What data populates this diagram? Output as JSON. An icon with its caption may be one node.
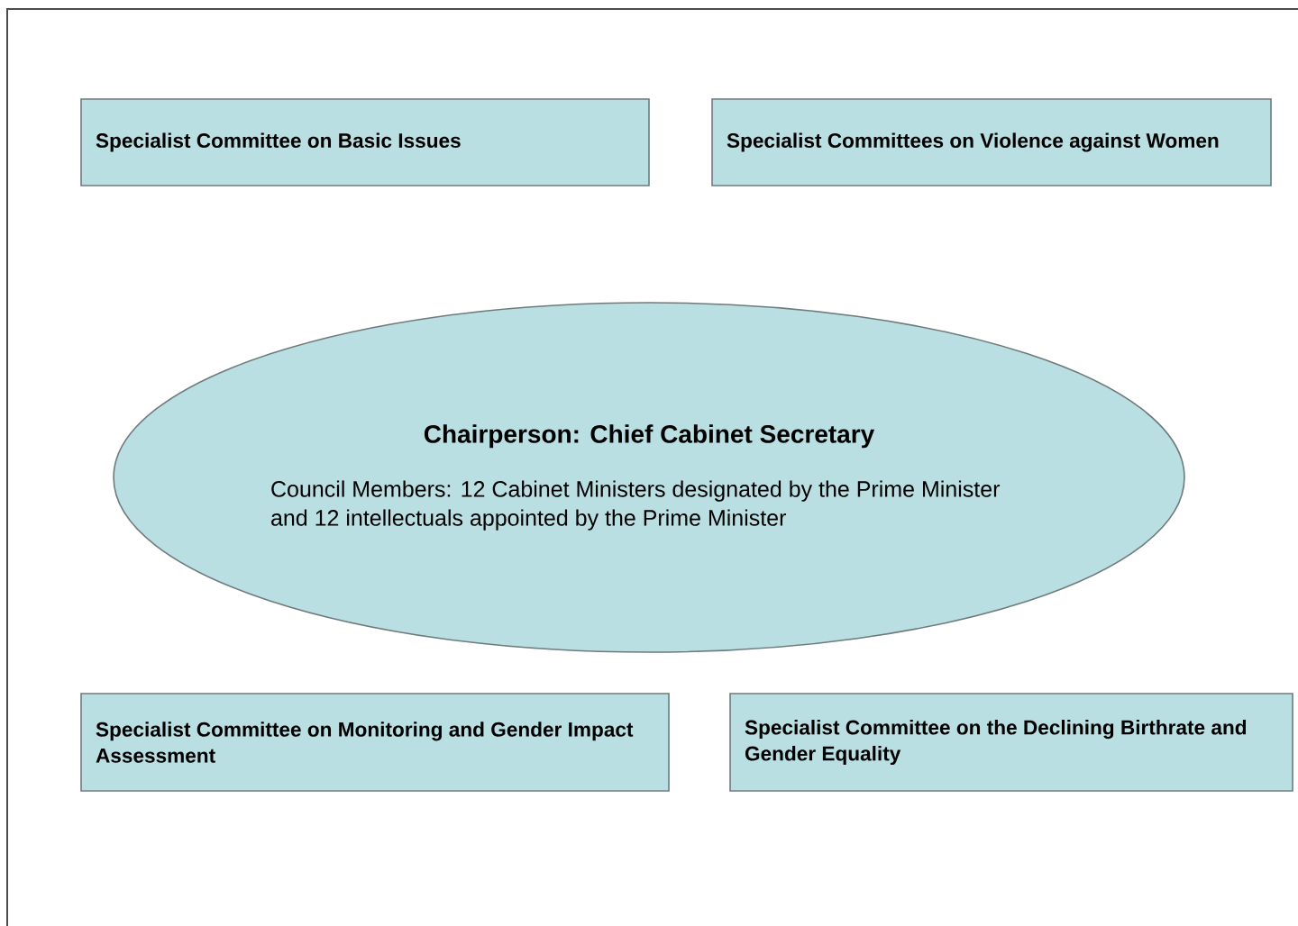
{
  "diagram": {
    "nodes": [
      {
        "text": [
          "Specialist Committee on Basic Issues"
        ]
      },
      {
        "text": [
          "Specialist Committees on Violence against Women"
        ]
      },
      {
        "text": [
          "Chairperson: Chief Cabinet Secretary",
          "Council Members: 12 Cabinet Ministers designated by the Prime Minister and 12 intellectuals appointed by the Prime Minister"
        ]
      },
      {
        "text": [
          "Specialist Committee on Monitoring and Gender Impact Assessment"
        ]
      },
      {
        "text": [
          "Specialist Committee on the Declining Birthrate and Gender Equality"
        ]
      }
    ]
  }
}
